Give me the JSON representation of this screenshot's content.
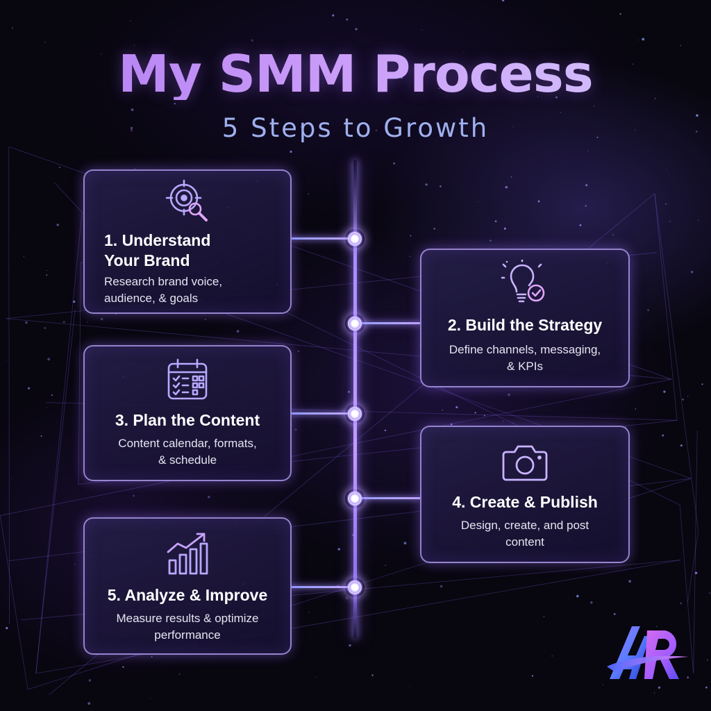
{
  "title": "My SMM Process",
  "subtitle": "5 Steps to Growth",
  "steps": [
    {
      "title_line1": "1. Understand",
      "title_line2": "Your Brand",
      "desc_line1": "Research brand voice,",
      "desc_line2": "audience, & goals",
      "icon": "target-search-icon"
    },
    {
      "title_line1": "2. Build the Strategy",
      "desc_line1": "Define channels, messaging,",
      "desc_line2": "& KPIs",
      "icon": "lightbulb-check-icon"
    },
    {
      "title_line1": "3. Plan the Content",
      "desc_line1": "Content calendar, formats,",
      "desc_line2": "& schedule",
      "icon": "calendar-checklist-icon"
    },
    {
      "title_line1": "4. Create & Publish",
      "desc_line1": "Design, create, and post",
      "desc_line2": "content",
      "icon": "camera-icon"
    },
    {
      "title_line1": "5. Analyze & Improve",
      "desc_line1": "Measure results & optimize",
      "desc_line2": "performance",
      "icon": "growth-chart-icon"
    }
  ],
  "logo": {
    "text": "AR",
    "icon": "ar-logo-icon"
  },
  "colors": {
    "background": "#08060f",
    "title_start": "#b07bf2",
    "title_end": "#d6c8fb",
    "subtitle": "#9fb0ee",
    "glow": "#a88cff",
    "card_border": "#bea9ff",
    "icon_stroke": "#b9a8ff"
  }
}
